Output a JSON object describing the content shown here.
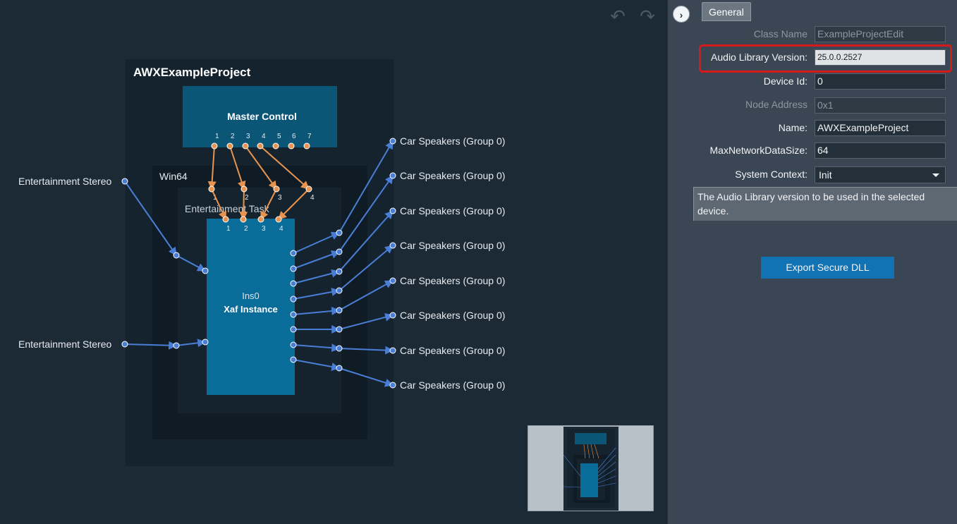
{
  "toolbar": {
    "undo_icon": "undo-icon",
    "redo_icon": "redo-icon"
  },
  "graph": {
    "project_title": "AWXExampleProject",
    "master_control": {
      "label": "Master Control",
      "pins": [
        "1",
        "2",
        "3",
        "4",
        "5",
        "6",
        "7"
      ]
    },
    "win64_label": "Win64",
    "task_label": "Entertainment Task",
    "task_pins": [
      "1",
      "2",
      "3",
      "4"
    ],
    "instance": {
      "name": "Ins0",
      "type": "Xaf Instance"
    },
    "inputs": [
      "Entertainment Stereo",
      "Entertainment Stereo"
    ],
    "outputs": [
      "Car Speakers (Group 0)",
      "Car Speakers (Group 0)",
      "Car Speakers (Group 0)",
      "Car Speakers (Group 0)",
      "Car Speakers (Group 0)",
      "Car Speakers (Group 0)",
      "Car Speakers (Group 0)",
      "Car Speakers (Group 0)"
    ]
  },
  "panel": {
    "tab_label": "General",
    "collapse_icon": "chevron-right-icon",
    "properties": {
      "class_name": {
        "label": "Class Name",
        "value": "ExampleProjectEdit"
      },
      "audio_library_version": {
        "label": "Audio Library Version:",
        "value": "25.0.0.2527"
      },
      "device_id": {
        "label": "Device Id:",
        "value": "0"
      },
      "node_address": {
        "label": "Node Address",
        "value": "0x1"
      },
      "name": {
        "label": "Name:",
        "value": "AWXExampleProject"
      },
      "max_network_data_size": {
        "label": "MaxNetworkDataSize:",
        "value": "64"
      },
      "system_context": {
        "label": "System Context:",
        "value": "Init"
      }
    },
    "description": "The Audio Library version to be used in the selected device.",
    "export_button": "Export Secure DLL"
  },
  "colors": {
    "background": "#1c2a36",
    "master_control": "#0b5577",
    "xaf_instance": "#0a6c99",
    "control_wire": "#e8944f",
    "audio_wire": "#4a7ed6",
    "highlight": "#d61a1a",
    "button": "#1173b3"
  }
}
